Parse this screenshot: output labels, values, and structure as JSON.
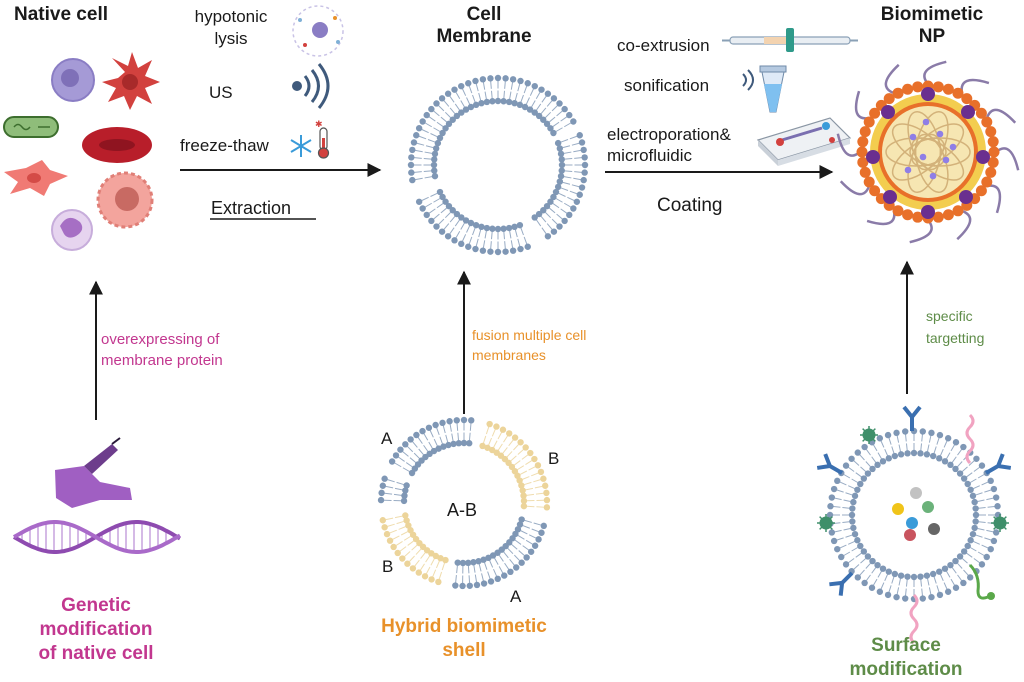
{
  "titles": {
    "native_cell": "Native cell",
    "cell_membrane": [
      "Cell",
      "Membrane"
    ],
    "biomimetic_np": [
      "Biomimetic",
      "NP"
    ]
  },
  "extraction": {
    "methods": {
      "hypotonic_lysis": [
        "hypotonic",
        "lysis"
      ],
      "us": "US",
      "freeze_thaw": "freeze-thaw"
    },
    "label": "Extraction"
  },
  "coating": {
    "methods": {
      "co_extrusion": "co-extrusion",
      "sonification": "sonification",
      "electroporation": [
        "electroporation&",
        "microfluidic"
      ]
    },
    "label": "Coating"
  },
  "genetic": {
    "arrow_label": [
      "overexpressing of",
      "membrane protein"
    ],
    "caption": [
      "Genetic",
      "modification",
      "of native cell"
    ]
  },
  "hybrid": {
    "arrow_label": [
      "fusion multiple cell",
      "membranes"
    ],
    "segment_labels": {
      "a_top": "A",
      "b_top": "B",
      "b_bottom": "B",
      "a_bottom": "A",
      "center": "A-B"
    },
    "caption": [
      "Hybrid biomimetic",
      "shell"
    ]
  },
  "surface": {
    "arrow_label": [
      "specific",
      "targetting"
    ],
    "caption": [
      "Surface",
      "modification"
    ]
  },
  "colors": {
    "genetic": "#c2378f",
    "hybrid": "#e8912a",
    "surface": "#5e8c48",
    "lipid_blue": "#7f97b5",
    "lipid_yellow": "#ecd49a"
  }
}
